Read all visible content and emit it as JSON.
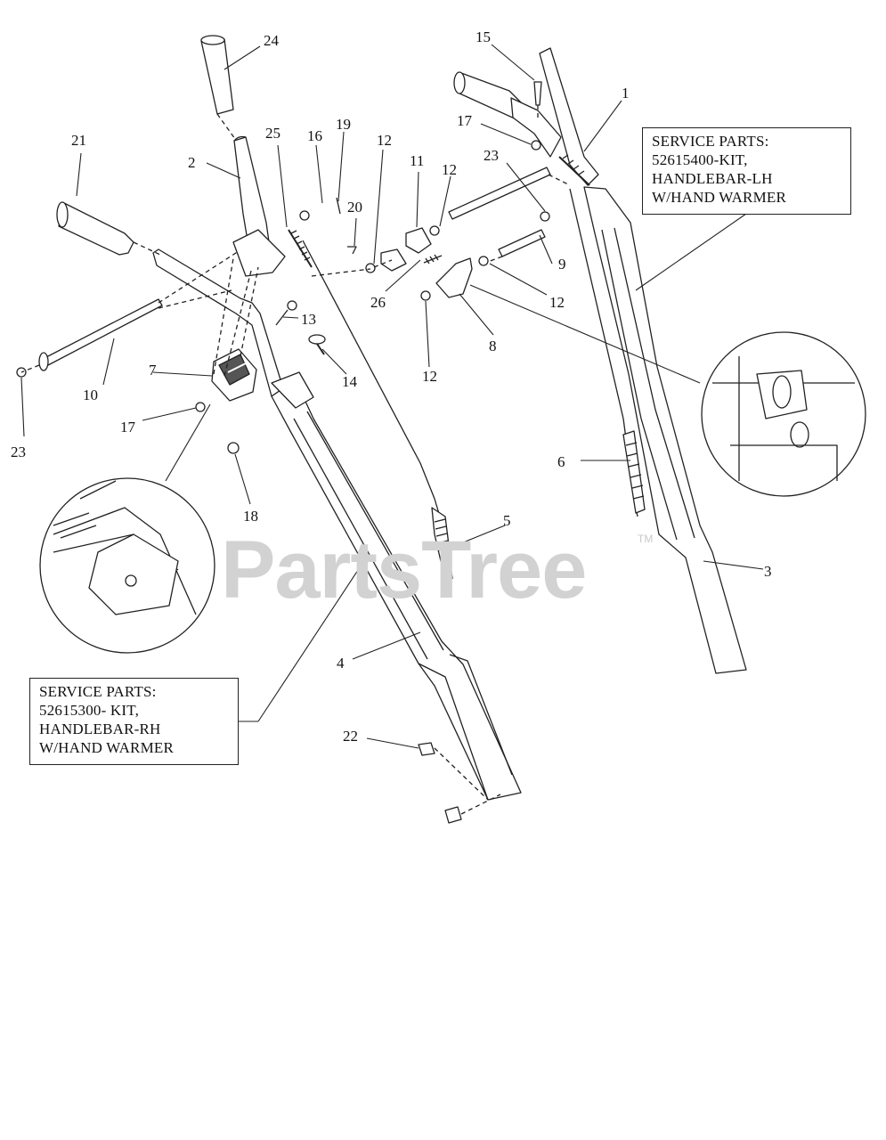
{
  "watermark": {
    "text": "PartsTree",
    "trademark": "TM"
  },
  "service_parts_lh": {
    "lines": [
      "SERVICE PARTS:",
      "52615400-KIT,",
      "HANDLEBAR-LH",
      "W/HAND WARMER"
    ]
  },
  "service_parts_rh": {
    "lines": [
      "SERVICE PARTS:",
      "52615300- KIT,",
      "HANDLEBAR-RH",
      "W/HAND WARMER"
    ]
  },
  "callouts": {
    "c1": "1",
    "c2": "2",
    "c3": "3",
    "c4": "4",
    "c5": "5",
    "c6": "6",
    "c7": "7",
    "c8": "8",
    "c9": "9",
    "c10": "10",
    "c11": "11",
    "c12a": "12",
    "c12b": "12",
    "c12c": "12",
    "c12d": "12",
    "c13": "13",
    "c14": "14",
    "c15": "15",
    "c16": "16",
    "c17a": "17",
    "c17b": "17",
    "c18": "18",
    "c19": "19",
    "c20": "20",
    "c21": "21",
    "c22": "22",
    "c23a": "23",
    "c23b": "23",
    "c24": "24",
    "c25": "25",
    "c26": "26"
  },
  "colors": {
    "line": "#222222",
    "watermark": "#d2d2d2"
  }
}
